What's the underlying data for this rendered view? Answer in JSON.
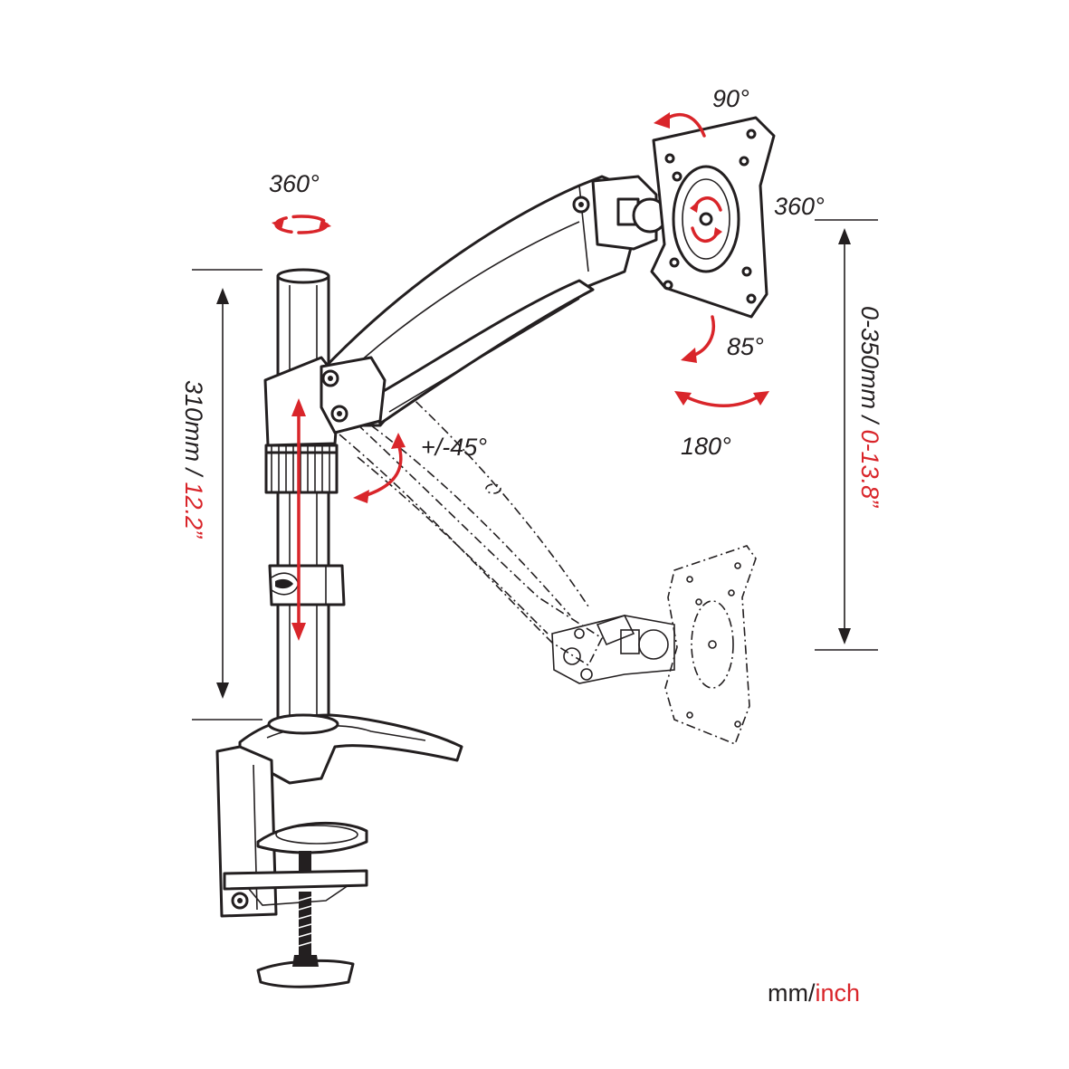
{
  "colors": {
    "ink": "#231f20",
    "accent": "#d9252a",
    "background": "#ffffff"
  },
  "labels": {
    "pole_rotation": "360°",
    "tilt_up": "90°",
    "plate_rotation": "360°",
    "tilt_down": "85°",
    "swivel": "180°",
    "arm_angle": "+/-45°"
  },
  "dimensions": {
    "pole_height_mm": "310mm / ",
    "pole_height_inch": "12.2”",
    "arm_range_mm": "0-350mm / ",
    "arm_range_inch": "0-13.8”"
  },
  "units": {
    "mm": "mm/",
    "inch": "inch"
  }
}
